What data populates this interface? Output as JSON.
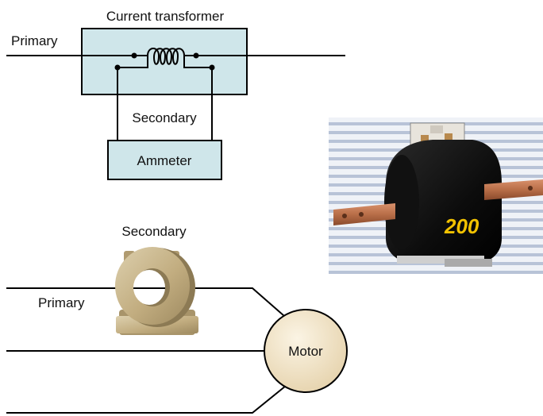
{
  "top_diagram": {
    "title": "Current transformer",
    "primary_label": "Primary",
    "secondary_label": "Secondary",
    "meter_label": "Ammeter"
  },
  "bottom_diagram": {
    "secondary_label": "Secondary",
    "primary_label": "Primary",
    "motor_label": "Motor"
  },
  "photo": {
    "rating_text": "200"
  },
  "colors": {
    "transformer_box": "#cfe6ea",
    "ammeter_box": "#cfe6ea",
    "motor_fill": "#f2e6cf",
    "toroid": "#c7b48a",
    "line": "#000000",
    "rating_text": "#f2c200"
  }
}
